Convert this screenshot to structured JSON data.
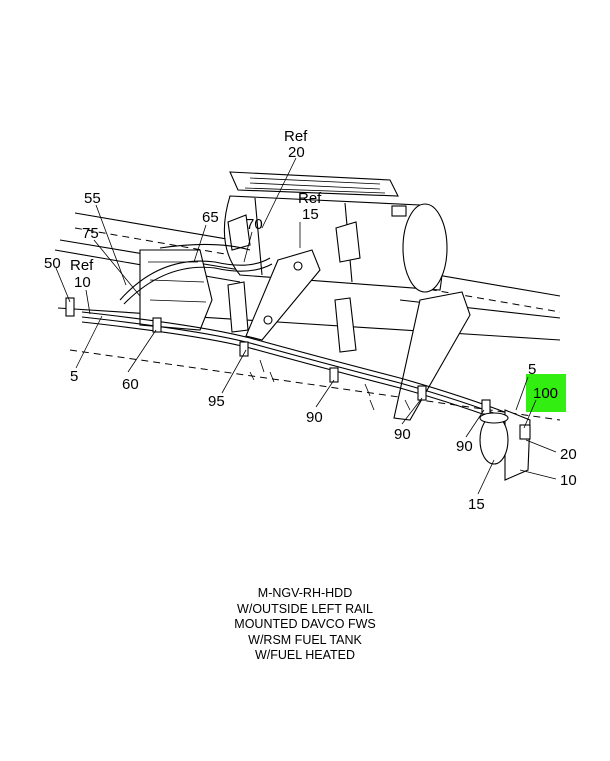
{
  "highlight_color": "#33ee11",
  "callouts": [
    {
      "id": "ref20a",
      "text": "Ref"
    },
    {
      "id": "n20a",
      "text": "20"
    },
    {
      "id": "n55",
      "text": "55"
    },
    {
      "id": "n65",
      "text": "65"
    },
    {
      "id": "ref15",
      "text": "Ref"
    },
    {
      "id": "n15a",
      "text": "15"
    },
    {
      "id": "n75",
      "text": "75"
    },
    {
      "id": "n70",
      "text": "70"
    },
    {
      "id": "n50",
      "text": "50"
    },
    {
      "id": "ref10",
      "text": "Ref"
    },
    {
      "id": "n10a",
      "text": "10"
    },
    {
      "id": "n5a",
      "text": "5"
    },
    {
      "id": "n60",
      "text": "60"
    },
    {
      "id": "n95",
      "text": "95"
    },
    {
      "id": "n90a",
      "text": "90"
    },
    {
      "id": "n90b",
      "text": "90"
    },
    {
      "id": "n90c",
      "text": "90"
    },
    {
      "id": "n5b",
      "text": "5"
    },
    {
      "id": "n100",
      "text": "100"
    },
    {
      "id": "n20b",
      "text": "20"
    },
    {
      "id": "n10b",
      "text": "10"
    },
    {
      "id": "n15b",
      "text": "15"
    }
  ],
  "caption": [
    "M-NGV-RH-HDD",
    "W/OUTSIDE LEFT RAIL",
    "MOUNTED DAVCO FWS",
    "W/RSM FUEL TANK",
    "W/FUEL HEATED"
  ]
}
